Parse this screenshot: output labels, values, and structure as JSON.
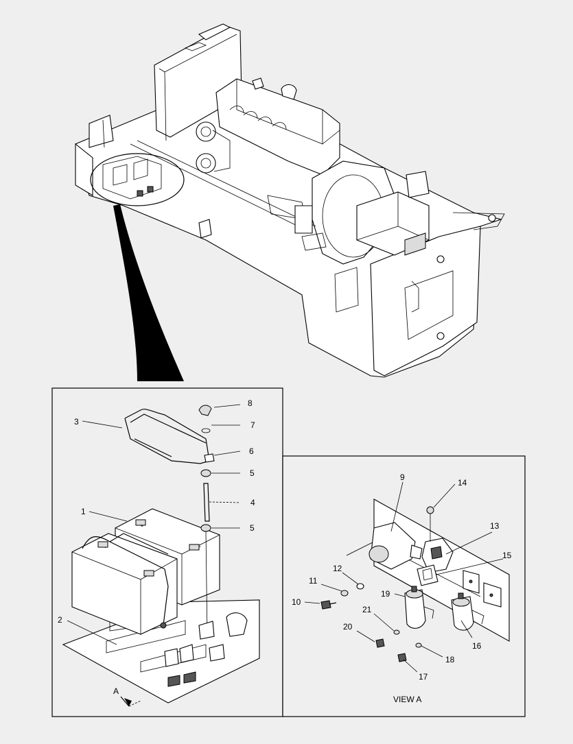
{
  "callouts": {
    "c1": "1",
    "c2": "2",
    "c3": "3",
    "c4": "4",
    "c5a": "5",
    "c5b": "5",
    "c6": "6",
    "c7": "7",
    "c8": "8",
    "c9": "9",
    "c10": "10",
    "c11": "11",
    "c12": "12",
    "c13": "13",
    "c14": "14",
    "c15": "15",
    "c16": "16",
    "c17": "17",
    "c18": "18",
    "c19": "19",
    "c20": "20",
    "c21": "21"
  },
  "view_arrow_label": "A",
  "view_title": "VIEW A"
}
